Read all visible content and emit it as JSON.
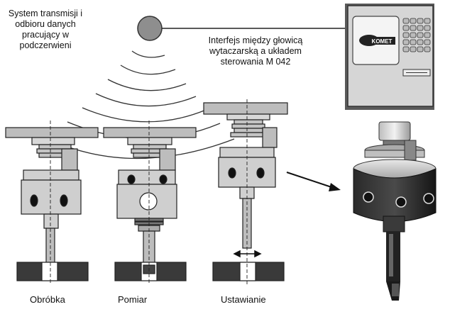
{
  "labels": {
    "ir_system": "System transmisji i odbioru danych pracujący w podczerwieni",
    "interface": "Interfejs między głowicą wytaczarską a układem sterowania M 042"
  },
  "brand": "KOMET",
  "captions": {
    "machining": "Obróbka",
    "measuring": "Pomiar",
    "setting": "Ustawianie"
  },
  "colors": {
    "dark_block": "#3a3a3a",
    "head_gray": "#cfcfcf",
    "control_unit": "#d6d6d6"
  }
}
